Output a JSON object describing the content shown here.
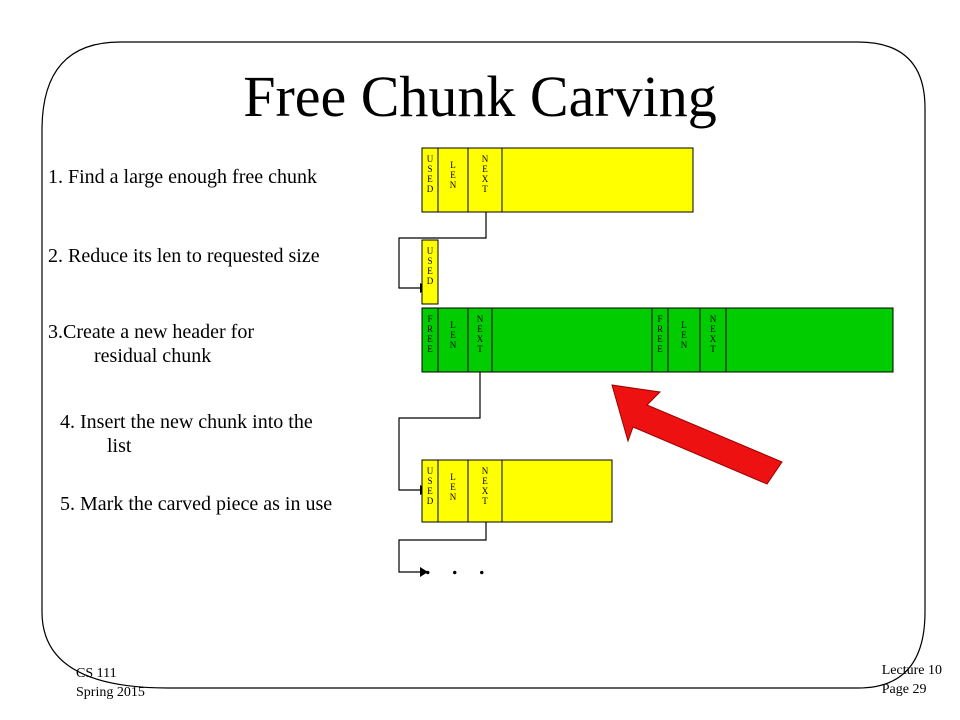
{
  "slide": {
    "title": "Free Chunk Carving",
    "steps": [
      {
        "text": "1. Find a large enough free chunk",
        "cont": ""
      },
      {
        "text": "2. Reduce its len to requested size",
        "cont": ""
      },
      {
        "text": "3.Create a  new header for",
        "cont": "residual chunk"
      },
      {
        "text": "4. Insert the new chunk into the",
        "cont": "list"
      },
      {
        "text": "5. Mark the carved piece as in use",
        "cont": ""
      }
    ],
    "footer_left": {
      "line1": "CS 111",
      "line2": "Spring  2015"
    },
    "footer_right": {
      "line1": "Lecture 10",
      "line2": "Page 29"
    },
    "ellipsis": ". . ."
  },
  "diagram": {
    "colors": {
      "used": "#ffff00",
      "free": "#00cc00",
      "arrow": "#ee1111",
      "line": "#000000"
    },
    "fields": {
      "used": [
        "U",
        "S",
        "E",
        "D"
      ],
      "free": [
        "F",
        "R",
        "E",
        "E"
      ],
      "len": [
        "L",
        "E",
        "N"
      ],
      "next": [
        "N",
        "E",
        "X",
        "T"
      ]
    }
  }
}
